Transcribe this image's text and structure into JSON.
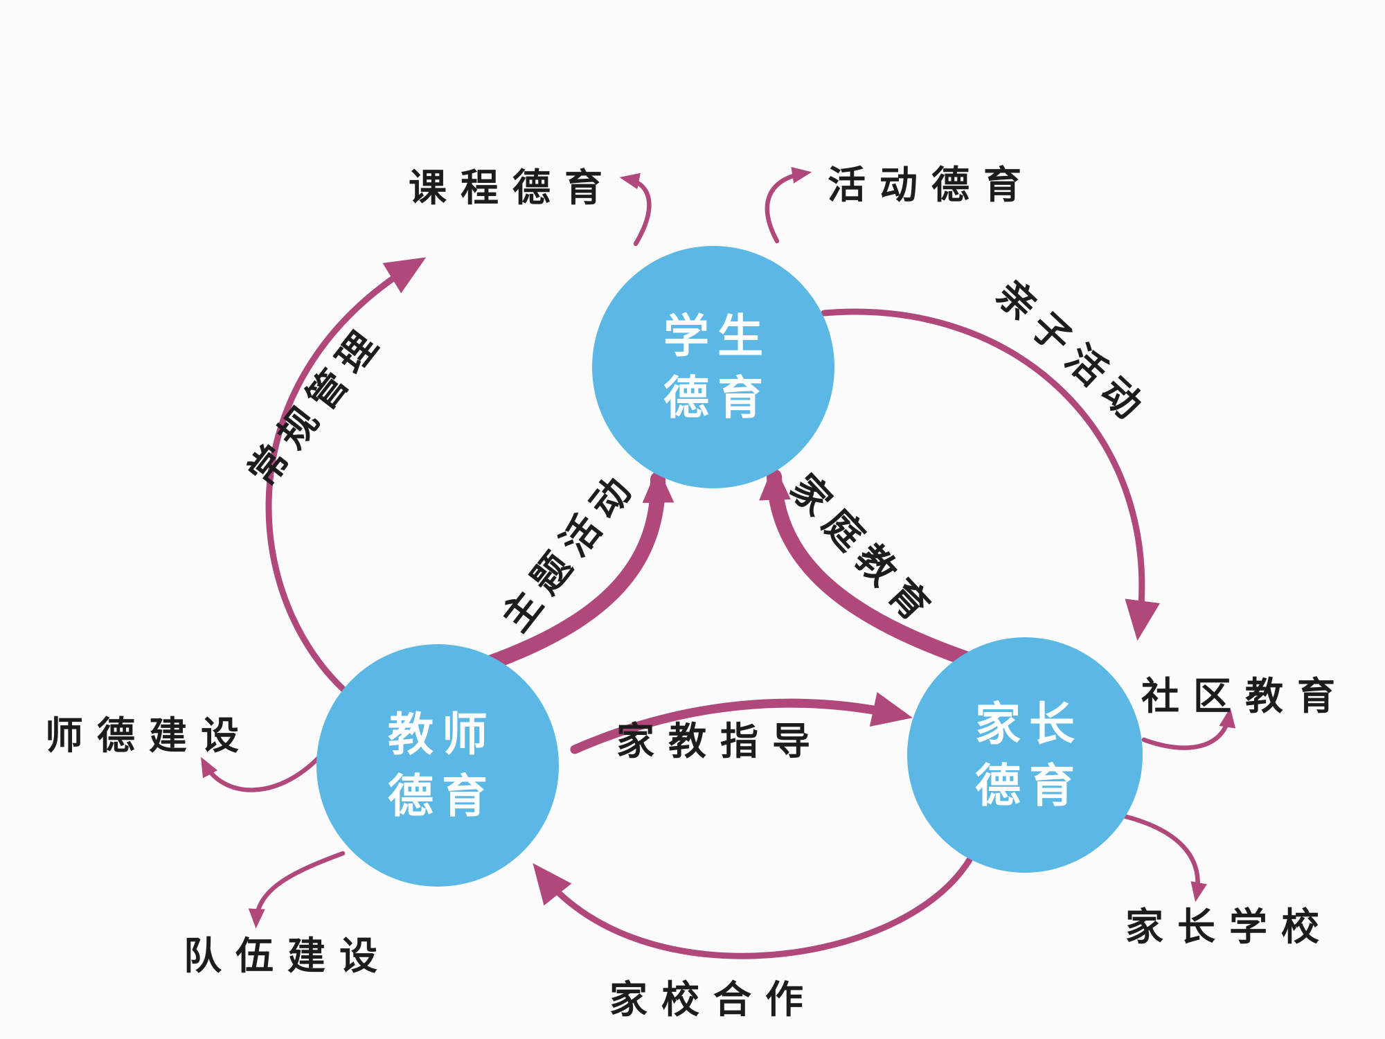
{
  "colors": {
    "background": "#fcfcfc",
    "circle_fill": "#5bb7e3",
    "circle_text": "#ffffff",
    "arrow": "#b0487c",
    "label_text": "#1c1c1c"
  },
  "nodes": {
    "student": {
      "line1": "学生",
      "line2": "德育"
    },
    "teacher": {
      "line1": "教师",
      "line2": "德育"
    },
    "parent": {
      "line1": "家长",
      "line2": "德育"
    }
  },
  "edges": {
    "routine": {
      "label": "常规管理",
      "from": "教师德育",
      "to": "学生德育"
    },
    "parentChild": {
      "label": "亲子活动",
      "from": "学生德育",
      "to": "家长德育"
    },
    "theme": {
      "label": "主题活动",
      "from": "教师德育",
      "to": "学生德育"
    },
    "family": {
      "label": "家庭教育",
      "from": "家长德育",
      "to": "学生德育"
    },
    "guidance": {
      "label": "家教指导",
      "from": "教师德育",
      "to": "家长德育"
    },
    "cooperation": {
      "label": "家校合作",
      "from": "家长德育",
      "to": "教师德育"
    }
  },
  "satellites": {
    "curriculum": {
      "label": "课程德育",
      "node": "学生德育"
    },
    "activity": {
      "label": "活动德育",
      "node": "学生德育"
    },
    "ethics": {
      "label": "师德建设",
      "node": "教师德育"
    },
    "team": {
      "label": "队伍建设",
      "node": "教师德育"
    },
    "community": {
      "label": "社区教育",
      "node": "家长德育"
    },
    "parentSchool": {
      "label": "家长学校",
      "node": "家长德育"
    }
  }
}
